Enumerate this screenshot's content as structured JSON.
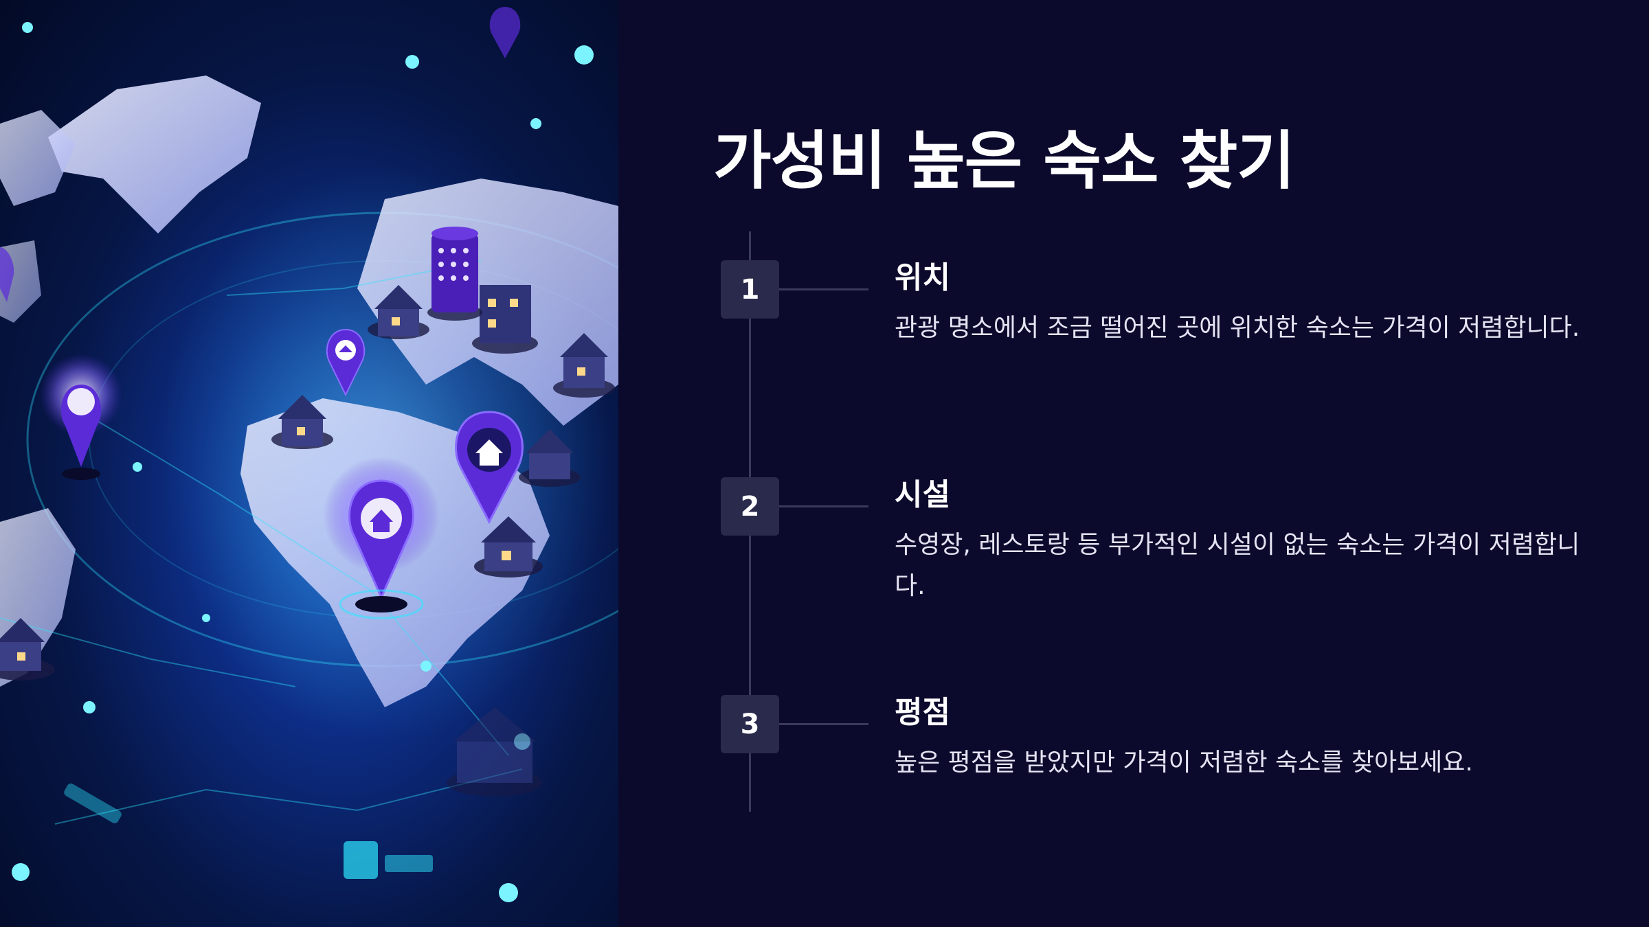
{
  "title": "가성비 높은 숙소 찾기",
  "steps": [
    {
      "number": "1",
      "title": "위치",
      "description": "관광 명소에서 조금 떨어진 곳에 위치한 숙소는 가격이 저렴합니다."
    },
    {
      "number": "2",
      "title": "시설",
      "description": "수영장, 레스토랑 등 부가적인 시설이 없는 숙소는 가격이 저렴합니다."
    },
    {
      "number": "3",
      "title": "평점",
      "description": "높은 평점을 받았지만 가격이 저렴한 숙소를 찾아보세요."
    }
  ],
  "colors": {
    "background": "#0c0a2c",
    "step_box": "#2a2a4c",
    "line": "#3b3a5c",
    "pin": "#5b2bd8",
    "glow": "#2ee6ff"
  },
  "hero_image": {
    "icons": [
      "world-map",
      "location-pin-icon",
      "house-icon"
    ]
  }
}
